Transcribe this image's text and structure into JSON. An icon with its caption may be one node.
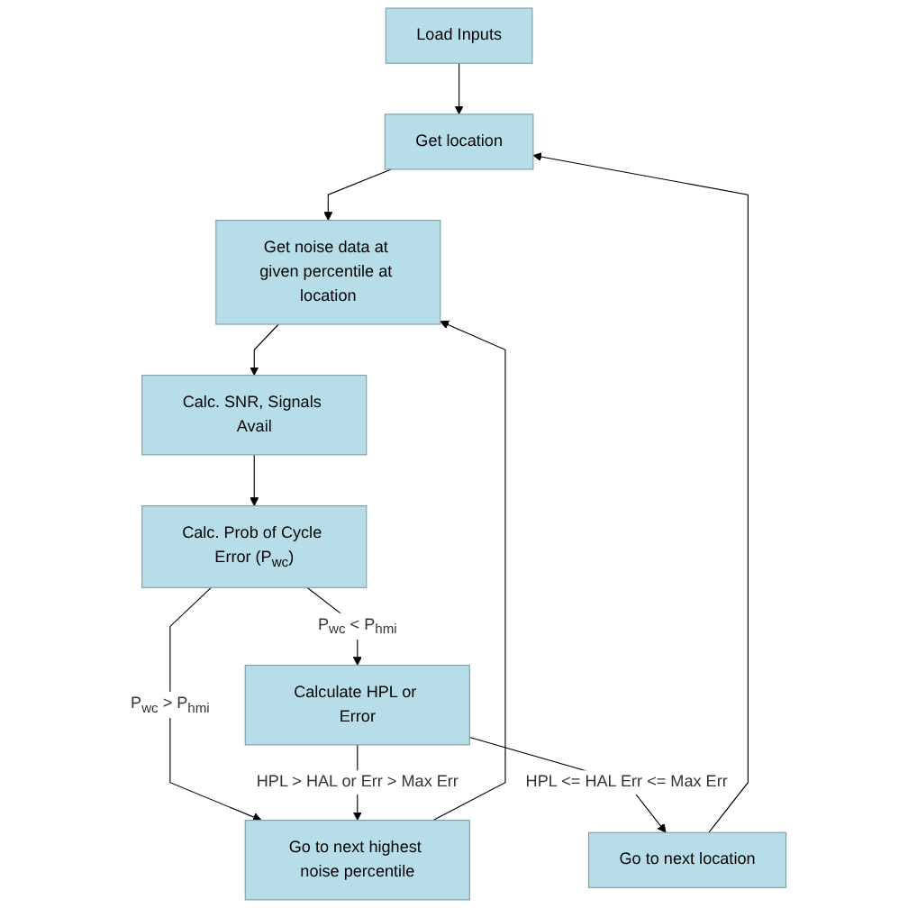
{
  "diagram": {
    "nodes": [
      {
        "text": [
          "Load Inputs"
        ]
      },
      {
        "text": [
          "Get location"
        ]
      },
      {
        "text": [
          "Get noise data at given percentile at location"
        ]
      },
      {
        "text": [
          "Calc. SNR, Signals Avail"
        ]
      },
      {
        "text": [
          "Calc. Prob of Cycle Error (P$_{wc}$)"
        ]
      },
      {
        "text": [
          "Calculate HPL or Error"
        ]
      },
      {
        "text": [
          "Go to next highest noise percentile"
        ]
      },
      {
        "text": [
          "Go to next location"
        ]
      }
    ],
    "edges": [
      {
        "from": 0,
        "to": 1,
        "arrow": "to"
      },
      {
        "from": 1,
        "to": 2,
        "arrow": "to"
      },
      {
        "from": 2,
        "to": 3,
        "arrow": "to"
      },
      {
        "from": 3,
        "to": 4,
        "arrow": "to"
      },
      {
        "from": 4,
        "to": 6,
        "arrow": "to",
        "label": "P$_{wc}$ > P$_{hmi}$"
      },
      {
        "from": 4,
        "to": 5,
        "arrow": "to",
        "label": "P$_{wc}$ < P$_{hmi}$"
      },
      {
        "from": 5,
        "to": 6,
        "arrow": "to",
        "label": "HPL > HAL or Err > Max Err"
      },
      {
        "from": 6,
        "to": 2,
        "arrow": "to"
      },
      {
        "from": 5,
        "to": 7,
        "arrow": "to",
        "label": "HPL <= HAL Err <= Max Err"
      },
      {
        "from": 7,
        "to": 1,
        "arrow": "to"
      }
    ]
  }
}
